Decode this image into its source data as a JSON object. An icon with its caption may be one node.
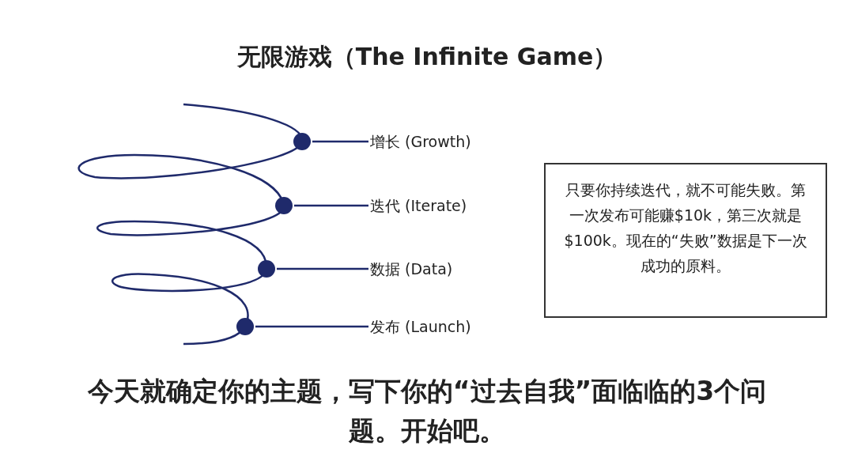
{
  "diagram": {
    "title": "无限游戏（The Infinite Game）",
    "caption": "今天就确定你的主题，写下你的“过去自我”面临临的3个问题。开始吧。",
    "nodes": [
      {
        "text": [],
        "shape": "circle"
      },
      {
        "text": [
          "增长 (Growth)"
        ]
      },
      {
        "text": [],
        "shape": "circle"
      },
      {
        "text": [
          "迭代 (Iterate)"
        ]
      },
      {
        "text": [],
        "shape": "circle"
      },
      {
        "text": [
          "数据 (Data)"
        ]
      },
      {
        "text": [],
        "shape": "circle"
      },
      {
        "text": [
          "发布 (Launch)"
        ]
      },
      {
        "text": [
          "只要你持续迭代，就不可能失败。第一次发布可能赚$10k，第三次就是$100k。现在的“失败”数据是下一次成功的原料。"
        ]
      }
    ],
    "edges": [
      {
        "from": 1,
        "to": 0,
        "arrow": "none"
      },
      {
        "from": 3,
        "to": 2,
        "arrow": "none"
      },
      {
        "from": 5,
        "to": 4,
        "arrow": "none"
      },
      {
        "from": 7,
        "to": 6,
        "arrow": "none"
      }
    ]
  }
}
